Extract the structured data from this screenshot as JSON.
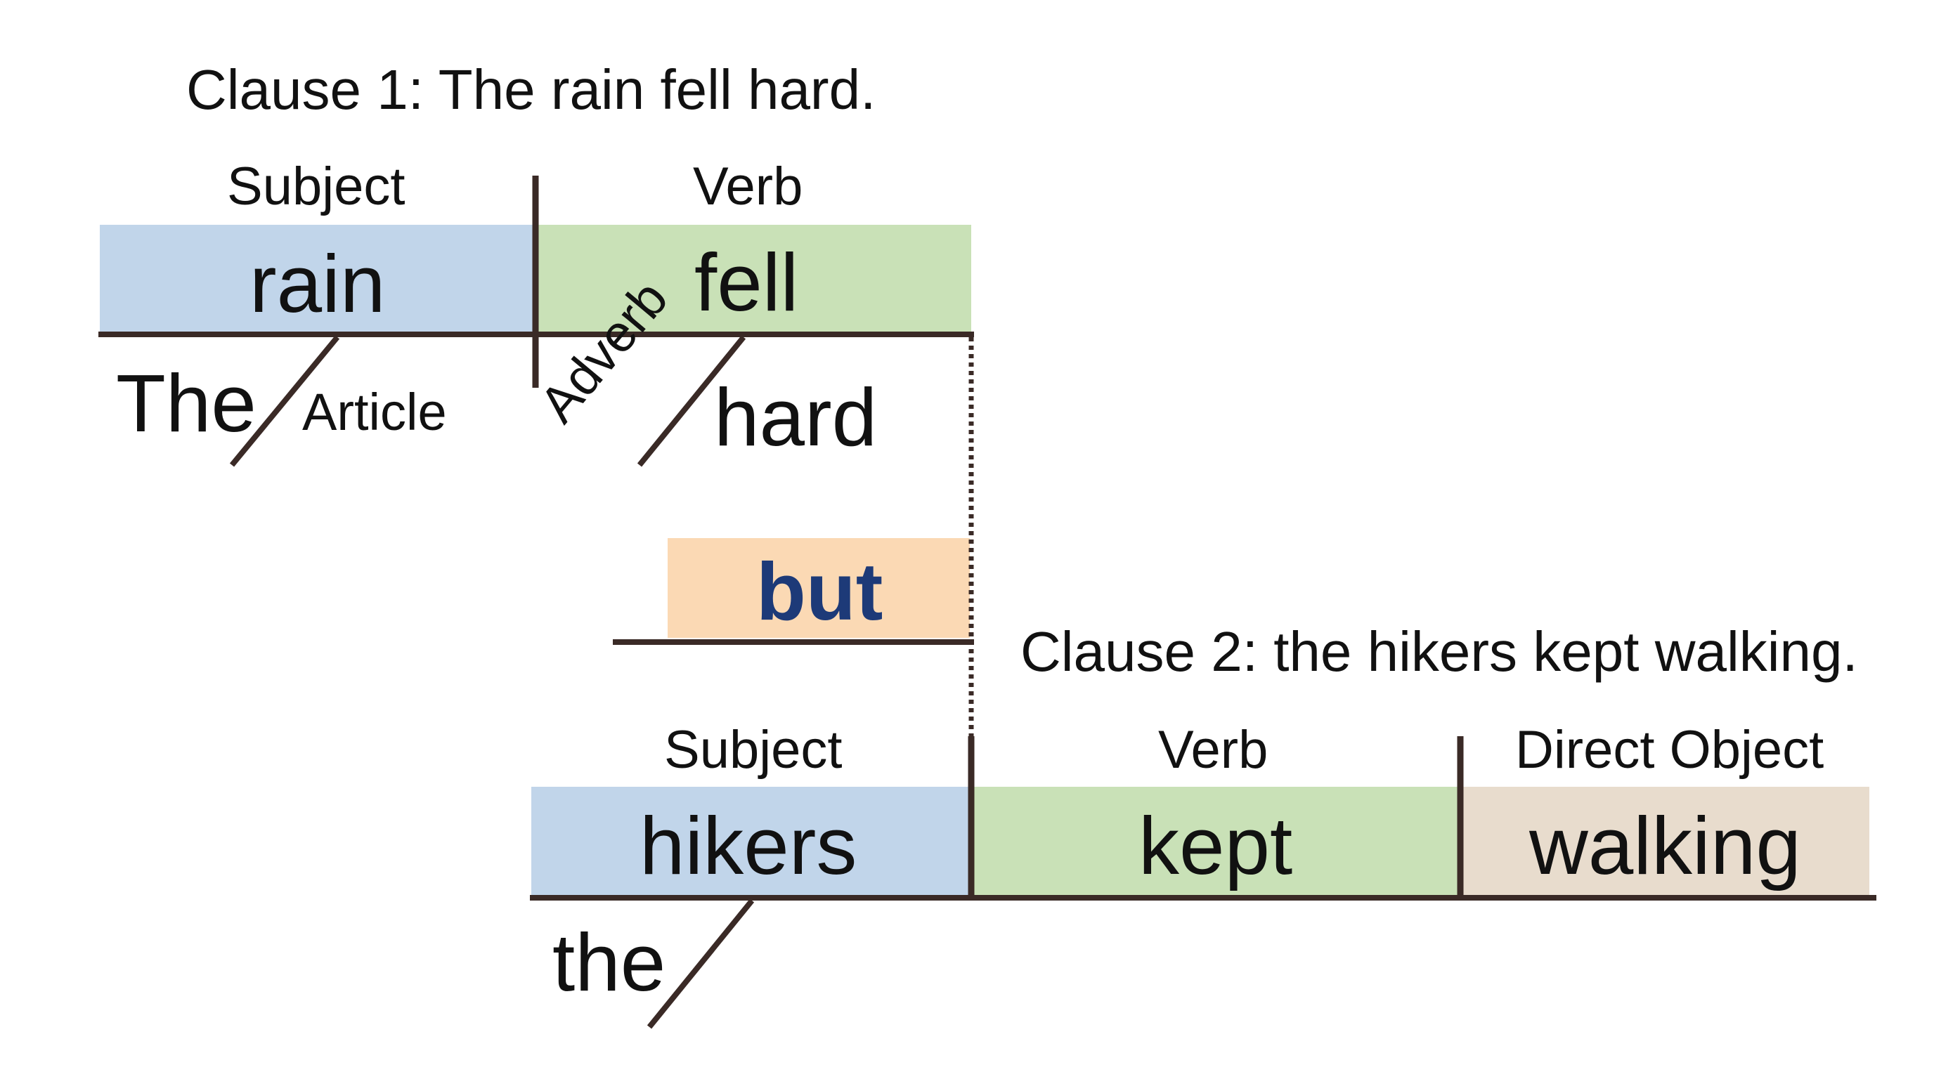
{
  "colors": {
    "subject": "#c1d5ea",
    "verb": "#c9e1b7",
    "conjunction": "#fbd9b4",
    "object": "#e8dccd",
    "line": "#3a2a26",
    "conjunction_text": "#1d3a78",
    "text": "#111111"
  },
  "clause1": {
    "title": "Clause 1: The rain fell hard.",
    "subject_label": "Subject",
    "verb_label": "Verb",
    "subject_word": "rain",
    "verb_word": "fell",
    "modifier1_word": "The",
    "modifier1_label": "Article",
    "modifier2_word": "hard",
    "modifier2_label": "Adverb"
  },
  "conjunction": {
    "word": "but"
  },
  "clause2": {
    "title": "Clause 2: the hikers kept walking.",
    "subject_label": "Subject",
    "verb_label": "Verb",
    "object_label": "Direct Object",
    "subject_word": "hikers",
    "verb_word": "kept",
    "object_word": "walking",
    "modifier_word": "the"
  }
}
